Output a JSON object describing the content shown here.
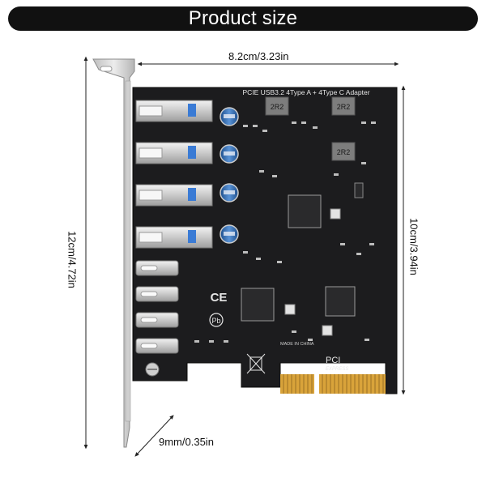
{
  "header": {
    "title": "Product size"
  },
  "dimensions": {
    "width_label": "8.2cm/3.23in",
    "total_height_label": "12cm/4.72in",
    "board_height_label": "10cm/3.94in",
    "bracket_depth_label": "9mm/0.35in"
  },
  "board": {
    "model_text": "PCIE USB3.2 4Type A + 4Type C Adapter",
    "inductor_label": "2R2",
    "made_in": "MADE IN CHINA",
    "pci_text": "PCI",
    "express_text": "EXPRESS",
    "ce_mark": "CE",
    "pb_mark": "Pb"
  },
  "ports": {
    "usb_a_count": 4,
    "usb_c_count": 4
  },
  "colors": {
    "title_bg": "#111111",
    "pcb": "#1c1c1e",
    "bracket": "#d6d6d6",
    "gold": "#d9a33a",
    "capacitor": "#2f6fb5"
  }
}
